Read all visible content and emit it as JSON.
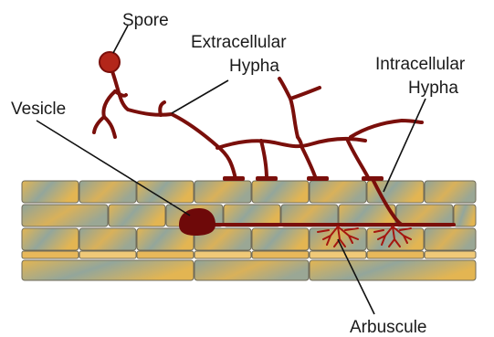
{
  "labels": {
    "spore": "Spore",
    "extracellular_line1": "Extracellular",
    "extracellular_line2": "Hypha",
    "intracellular_line1": "Intracellular",
    "intracellular_line2": "Hypha",
    "vesicle": "Vesicle",
    "arbuscule": "Arbuscule"
  },
  "colors": {
    "fungus": "#7a0f0b",
    "spore": "#b3261a",
    "cell_teal": "#8da39a",
    "cell_gold": "#e0b253",
    "leader_line": "#111111"
  }
}
